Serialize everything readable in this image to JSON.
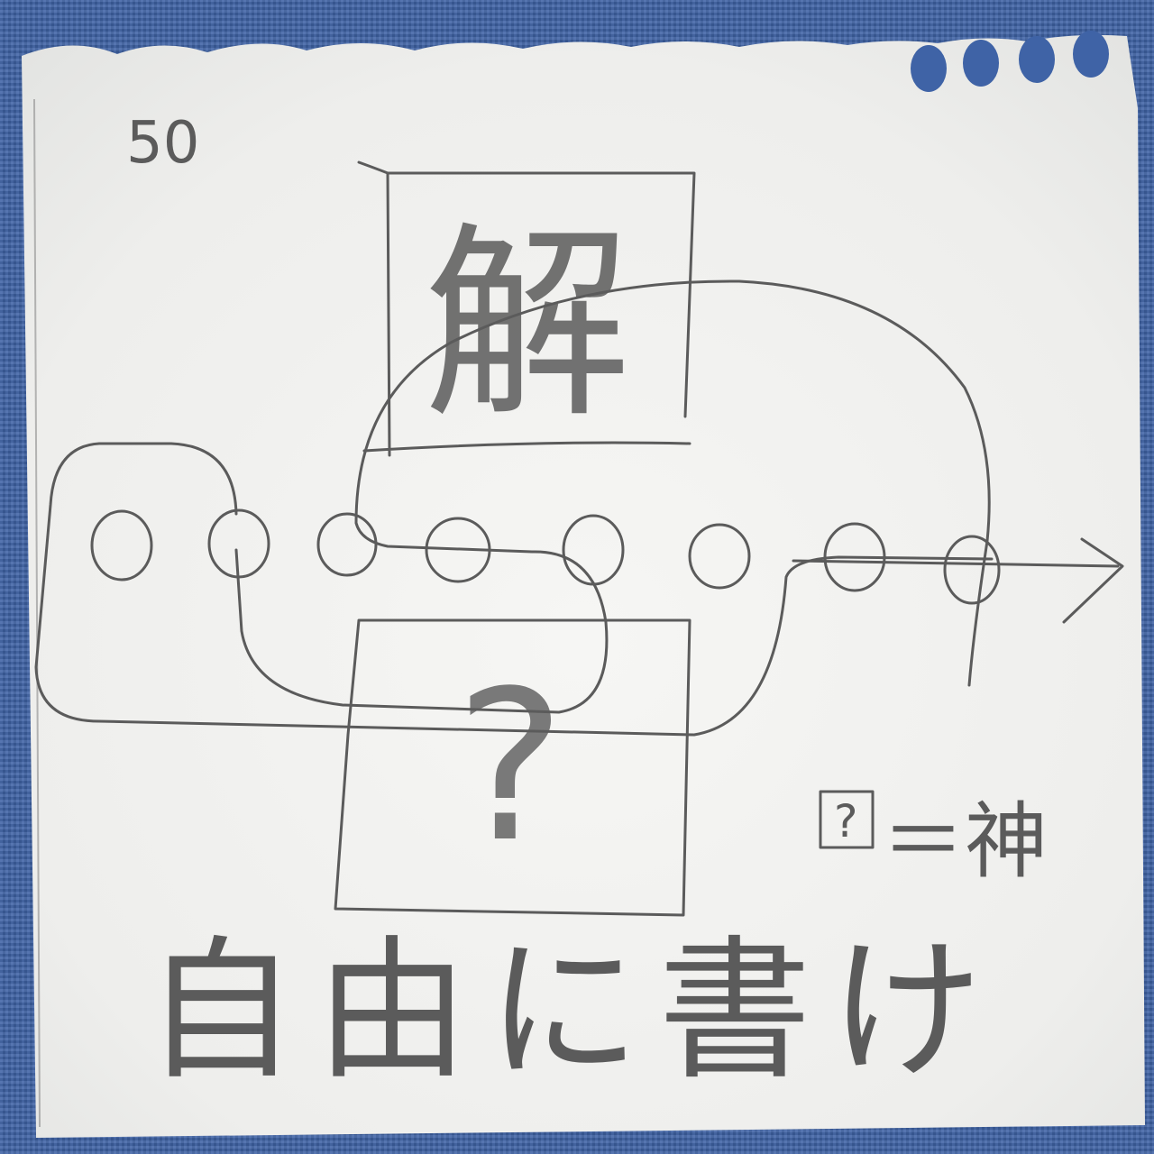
{
  "photo": {
    "background_color": "#3f63a6",
    "paper_color": "#f1f1ef",
    "pencil_color": "#5b5b5b"
  },
  "note": {
    "number": "50",
    "top_box_text": "解",
    "bottom_box_text": "?",
    "legend_symbol": "?",
    "legend_text": "＝神",
    "bottom_text": "自由に書け"
  },
  "drawing": {
    "circle_count": 8,
    "arrow_icon": "arrow-right-icon"
  }
}
